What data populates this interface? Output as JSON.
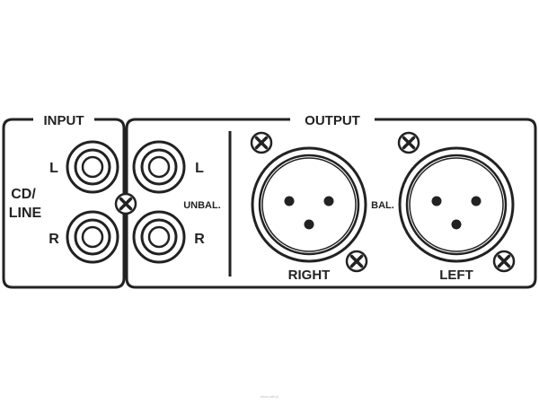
{
  "input": {
    "title": "INPUT",
    "source_label_line1": "CD/",
    "source_label_line2": "LINE",
    "left_label": "L",
    "right_label": "R"
  },
  "output": {
    "title": "OUTPUT",
    "unbal_label": "UNBAL.",
    "unbal_left_label": "L",
    "unbal_right_label": "R",
    "bal_label": "BAL.",
    "right_name": "RIGHT",
    "left_name": "LEFT"
  },
  "watermark": "www.rabi.pl",
  "colors": {
    "line": "#222222",
    "background": "#ffffff"
  }
}
